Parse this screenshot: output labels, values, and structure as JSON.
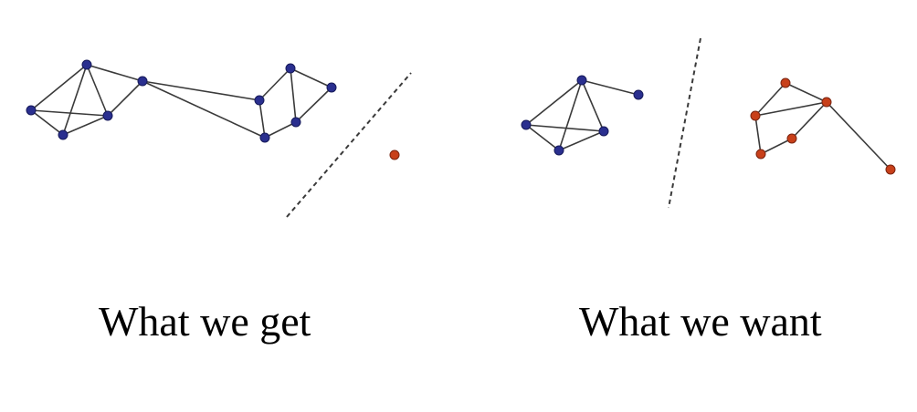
{
  "colors": {
    "blue_node": "#2a2f8f",
    "red_node": "#c8401a",
    "edge": "#3a3a3a",
    "separator": "#3a3a3a"
  },
  "panels": [
    {
      "id": "left",
      "caption": "What we get",
      "nodes": [
        {
          "id": "a",
          "color": "blue"
        },
        {
          "id": "b",
          "color": "blue"
        },
        {
          "id": "c",
          "color": "blue"
        },
        {
          "id": "d",
          "color": "blue"
        },
        {
          "id": "e",
          "color": "blue"
        },
        {
          "id": "f",
          "color": "blue"
        },
        {
          "id": "g",
          "color": "blue"
        },
        {
          "id": "h",
          "color": "blue"
        },
        {
          "id": "i",
          "color": "blue"
        },
        {
          "id": "j",
          "color": "blue"
        },
        {
          "id": "k",
          "color": "red"
        }
      ],
      "edges": [
        [
          "a",
          "b"
        ],
        [
          "a",
          "c"
        ],
        [
          "a",
          "d"
        ],
        [
          "a",
          "e"
        ],
        [
          "b",
          "c"
        ],
        [
          "b",
          "d"
        ],
        [
          "c",
          "d"
        ],
        [
          "d",
          "e"
        ],
        [
          "e",
          "f"
        ],
        [
          "e",
          "i"
        ],
        [
          "f",
          "g"
        ],
        [
          "f",
          "i"
        ],
        [
          "g",
          "h"
        ],
        [
          "g",
          "j"
        ],
        [
          "h",
          "j"
        ],
        [
          "i",
          "j"
        ]
      ]
    },
    {
      "id": "right",
      "caption": "What we want",
      "nodes": [
        {
          "id": "a",
          "color": "blue"
        },
        {
          "id": "b",
          "color": "blue"
        },
        {
          "id": "c",
          "color": "blue"
        },
        {
          "id": "d",
          "color": "blue"
        },
        {
          "id": "e",
          "color": "blue"
        },
        {
          "id": "f",
          "color": "red"
        },
        {
          "id": "g",
          "color": "red"
        },
        {
          "id": "h",
          "color": "red"
        },
        {
          "id": "i",
          "color": "red"
        },
        {
          "id": "j",
          "color": "red"
        },
        {
          "id": "k",
          "color": "red"
        }
      ],
      "edges": [
        [
          "a",
          "b"
        ],
        [
          "a",
          "c"
        ],
        [
          "a",
          "d"
        ],
        [
          "a",
          "e"
        ],
        [
          "b",
          "c"
        ],
        [
          "b",
          "d"
        ],
        [
          "c",
          "d"
        ],
        [
          "f",
          "g"
        ],
        [
          "f",
          "h"
        ],
        [
          "g",
          "j"
        ],
        [
          "g",
          "h"
        ],
        [
          "h",
          "i"
        ],
        [
          "i",
          "j"
        ],
        [
          "h",
          "k"
        ]
      ]
    }
  ]
}
